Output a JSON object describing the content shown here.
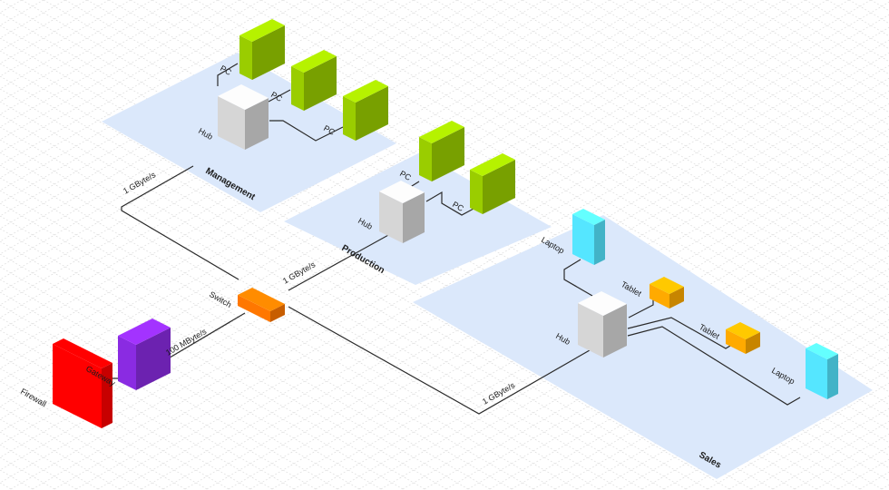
{
  "zones": {
    "management": "Management",
    "production": "Production",
    "sales": "Sales"
  },
  "devices": {
    "pc": "PC",
    "hub": "Hub",
    "laptop": "Laptop",
    "tablet": "Tablet",
    "switch": "Switch",
    "gateway": "Gateway",
    "firewall": "Firewall"
  },
  "links": {
    "switch_management": "1 GByte/s",
    "switch_production": "1 GByte/s",
    "switch_sales": "1 GByte/s",
    "gateway_switch": "100 MByte/s"
  },
  "colors": {
    "pc": "#9acd00",
    "hub": "#d6d6d6",
    "laptop": "#55e6ff",
    "tablet": "#ffaa00",
    "switch": "#ff7700",
    "gateway": "#8a2be2",
    "firewall": "#ff0000",
    "zone": "#dbe8fb"
  }
}
